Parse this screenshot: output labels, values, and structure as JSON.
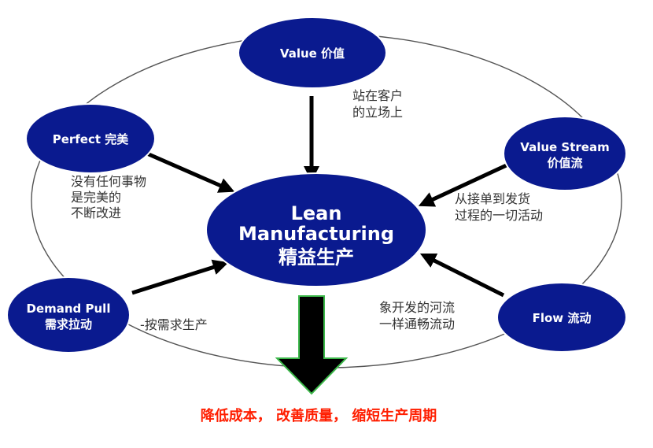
{
  "colors": {
    "node_fill": "#0a1a8f",
    "node_text": "#ffffff",
    "arrow": "#000000",
    "center_arrow_outline": "#3cb84a",
    "note_text": "#333333",
    "result_text": "#ff1e00"
  },
  "center": {
    "title_line1": "Lean",
    "title_line2": "Manufacturing",
    "subtitle": "精益生产"
  },
  "nodes": {
    "value": {
      "label": "Value 价值"
    },
    "perfect": {
      "label": "Perfect 完美"
    },
    "value_stream": {
      "line1": "Value Stream",
      "line2": "价值流"
    },
    "demand_pull": {
      "line1": "Demand Pull",
      "line2": "需求拉动"
    },
    "flow": {
      "label": "Flow 流动"
    }
  },
  "notes": {
    "value": [
      "站在客户",
      "的立场上"
    ],
    "perfect": [
      "没有任何事物",
      "是完美的",
      "不断改进"
    ],
    "value_stream": [
      "从接单到发货",
      "过程的一切活动"
    ],
    "demand_pull": [
      "-按需求生产"
    ],
    "flow": [
      "象开发的河流",
      "一样通畅流动"
    ]
  },
  "result": {
    "text": "降低成本， 改善质量， 缩短生产周期"
  }
}
